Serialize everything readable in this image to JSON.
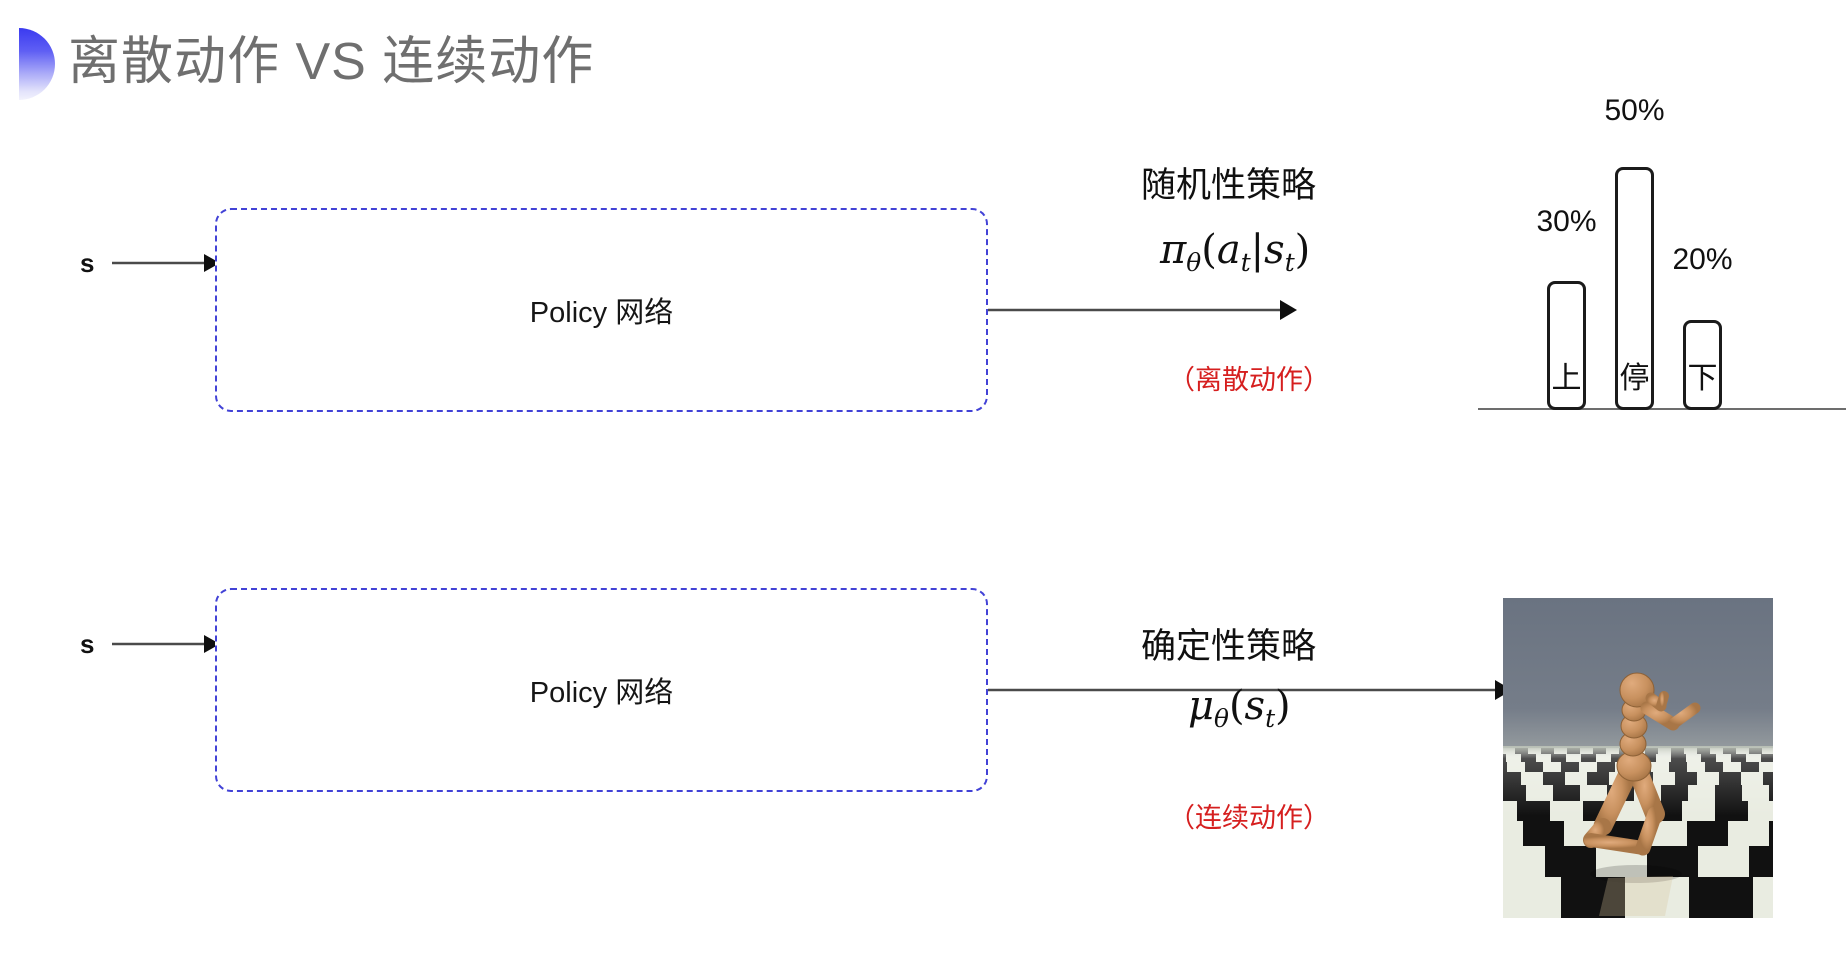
{
  "slide": {
    "title": "离散动作 VS 连续动作",
    "title_color": "#6f6f6f",
    "accent_color": "#3a3af0",
    "background": "#ffffff"
  },
  "rows": [
    {
      "id": "discrete",
      "state_label": "s",
      "box_label": "Policy 网络",
      "box_border_color": "#4242d6",
      "policy_kind": "随机性策略",
      "formula_plain": "πθ(at|st)",
      "action_note": "（离散动作）",
      "action_note_color": "#d61f1f"
    },
    {
      "id": "continuous",
      "state_label": "s",
      "box_label": "Policy 网络",
      "box_border_color": "#4242d6",
      "policy_kind": "确定性策略",
      "formula_plain": "μθ(st)",
      "action_note": "（连续动作）",
      "action_note_color": "#d61f1f"
    }
  ],
  "chart_data": {
    "type": "bar",
    "title": "",
    "categories": [
      "上",
      "停",
      "下"
    ],
    "values": [
      30,
      50,
      20
    ],
    "value_labels": [
      "30%",
      "50%",
      "20%"
    ],
    "xlabel": "",
    "ylabel": "",
    "ylim": [
      0,
      60
    ],
    "grid": false,
    "legend": "none",
    "bar_fill": "#ffffff",
    "bar_stroke": "#1b1b1b"
  },
  "env_render": {
    "name": "humanoid-mujoco-render",
    "sky_color": "#6e7785",
    "floor_light": "#e8ece0",
    "floor_dark": "#111111",
    "body_color": "#cf9a6e"
  }
}
